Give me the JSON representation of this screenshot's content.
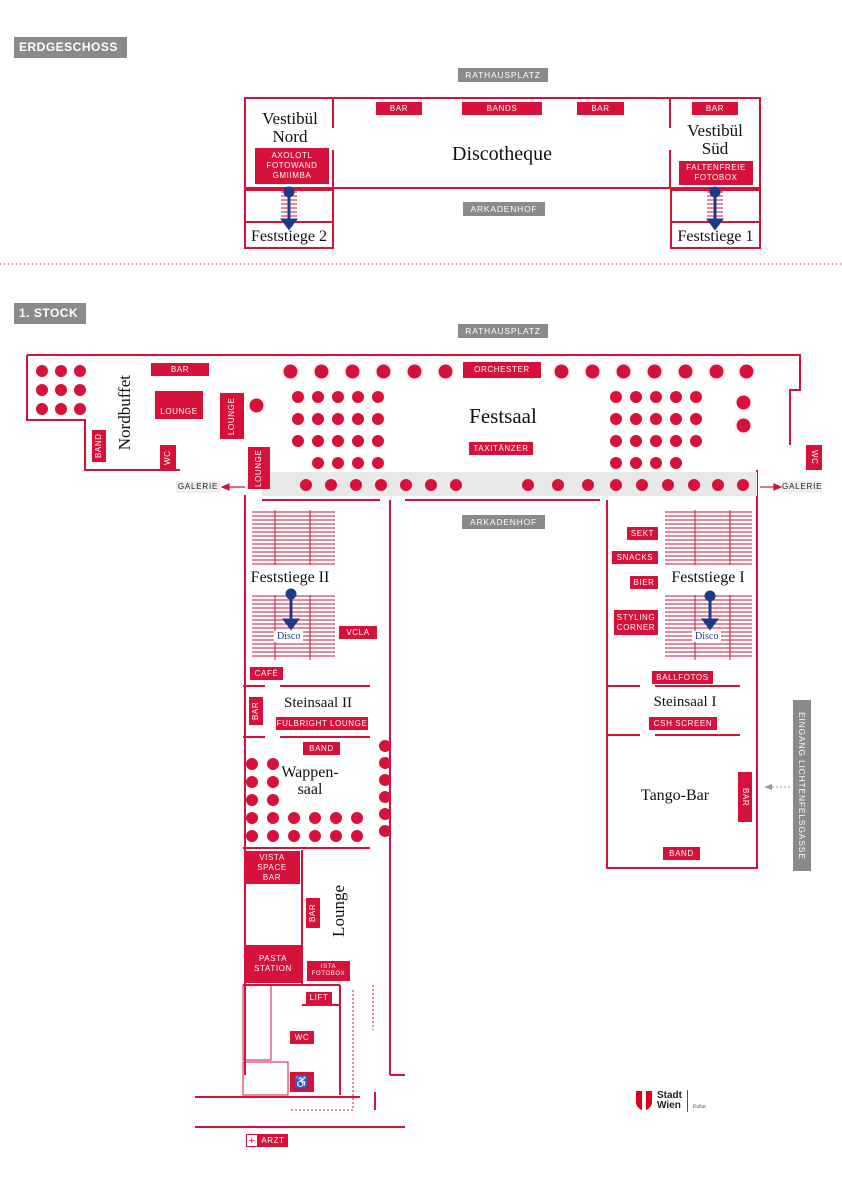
{
  "colors": {
    "accent": "#d6113a",
    "gray": "#8a8a8a",
    "stairs_arrow": "#1d3a8a"
  },
  "ground_floor": {
    "heading": "ERDGESCHOSS",
    "rathausplatz": "RATHAUSPLATZ",
    "arkadenhof": "ARKADENHOF",
    "rooms": {
      "vestibuel_nord": "Vestibül\nNord",
      "discotheque": "Discotheque",
      "vestibuel_sued": "Vestibül\nSüd",
      "feststiege_2": "Feststiege 2",
      "feststiege_1": "Feststiege 1"
    },
    "tags": {
      "bar_left": "BAR",
      "bands": "BANDS",
      "bar_right": "BAR",
      "bar_sued": "BAR",
      "axolotl": "AXOLOTL\nFOTOWAND\nGMIIMBA",
      "faltenfreie": "FALTENFREIE\nFOTOBOX"
    }
  },
  "first_floor": {
    "heading": "1. STOCK",
    "rathausplatz": "RATHAUSPLATZ",
    "arkadenhof": "ARKADENHOF",
    "galerie_left": "GALERIE",
    "galerie_right": "GALERIE",
    "eingang": "EINGANG LICHTENFELSGASSE",
    "rooms": {
      "nordbuffet": "Nordbuffet",
      "festsaal": "Festsaal",
      "feststiege_2": "Feststiege II",
      "feststiege_1": "Feststiege I",
      "steinsaal_2": "Steinsaal II",
      "steinsaal_1": "Steinsaal I",
      "wappensaal": "Wappen-\nsaal",
      "lounge": "Lounge",
      "tango_bar": "Tango-Bar",
      "disco_left": "Disco",
      "disco_right": "Disco"
    },
    "tags": {
      "bar_nord": "BAR",
      "lounge_nord": "LOUNGE",
      "lounge_small": "LOUNGE",
      "lounge_gal": "LOUNGE",
      "band_nord": "BAND",
      "wc_left": "WC",
      "wc_right": "WC",
      "orchester": "ORCHESTER",
      "taxitaenzer": "TAXITÄNZER",
      "vcla": "VCLA",
      "cafe": "CAFÉ",
      "bar_steinsaal2": "BAR",
      "fulbright": "FULBRIGHT LOUNGE",
      "band_wappen": "BAND",
      "vista": "VISTA\nSPACE\nBAR",
      "bar_lounge": "BAR",
      "pasta": "PASTA\nSTATION",
      "ista": "ISTA\nFOTOBOX",
      "lift": "LIFT",
      "wc_bottom": "WC",
      "arzt": "ARZT",
      "sekt": "SEKT",
      "snacks": "SNACKS",
      "bier": "BIER",
      "styling": "STYLING\nCORNER",
      "ballfotos": "BALLFOTOS",
      "csh": "CSH SCREEN",
      "bar_tango": "BAR",
      "band_tango": "BAND"
    }
  },
  "logo": {
    "line1": "Stadt",
    "line2": "Wien",
    "sub": "Kultur"
  }
}
